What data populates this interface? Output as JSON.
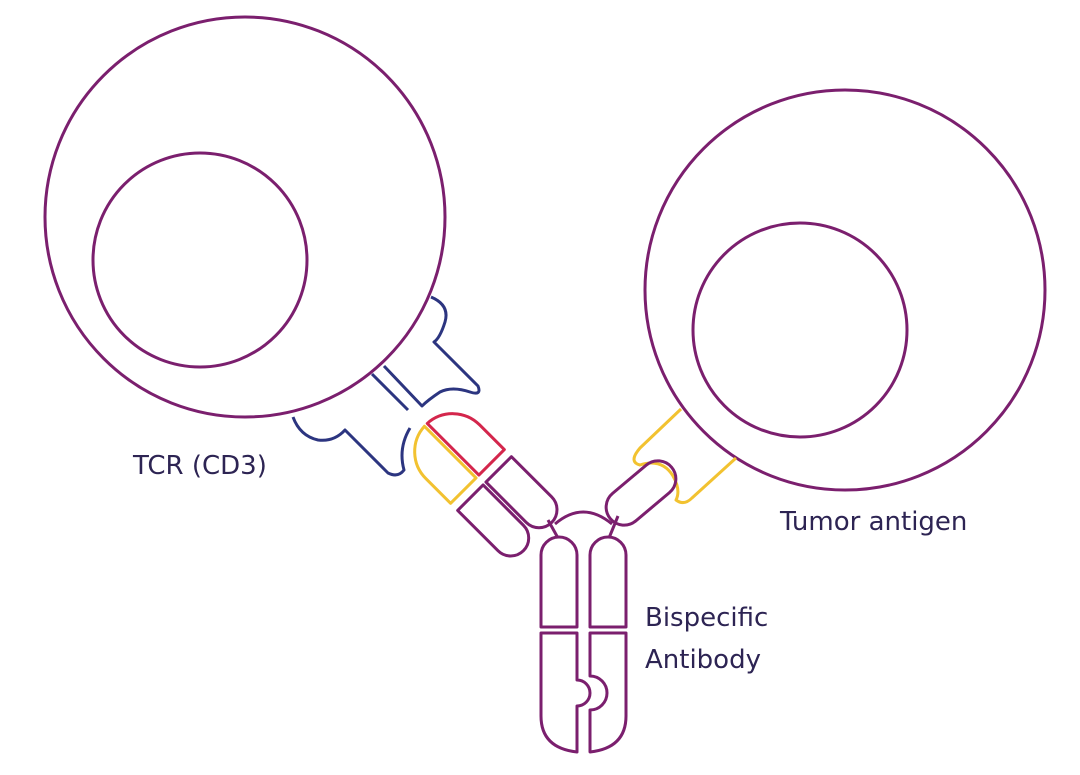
{
  "labels": {
    "tcr": "TCR (CD3)",
    "tumor_antigen": "Tumor antigen",
    "antibody_line1": "Bispecific",
    "antibody_line2": "Antibody"
  },
  "colors": {
    "cell_outline": "#7b1f6e",
    "tcr": "#2c3580",
    "antigen": "#f2c230",
    "heavy_variable": "#d4264c",
    "text": "#2d2453"
  }
}
